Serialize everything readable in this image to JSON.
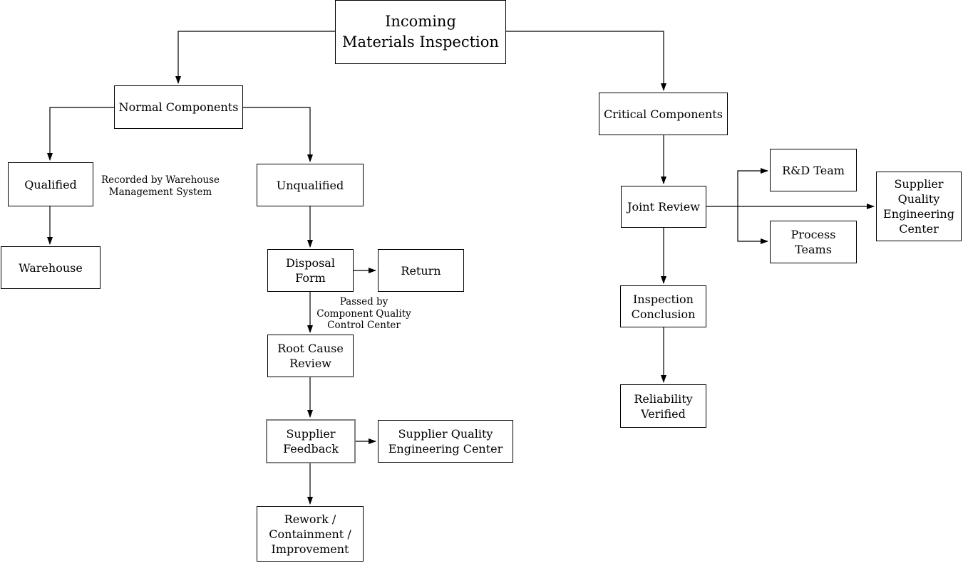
{
  "diagram_title": "Incoming Materials Inspection",
  "colors": {
    "background": "#ffffff",
    "box_fill": "#ffffff",
    "box_border": "#000000",
    "special_box_border": "#808080",
    "connector": "#000000",
    "text": "#000000"
  },
  "nodes": {
    "incoming": {
      "label": [
        "Incoming",
        "Materials Inspection"
      ]
    },
    "normal": {
      "label": [
        "Normal Components"
      ]
    },
    "qualified": {
      "label": [
        "Qualified"
      ]
    },
    "warehouse": {
      "label": [
        "Warehouse"
      ]
    },
    "unqualified": {
      "label": [
        "Unqualified"
      ]
    },
    "disposal_form": {
      "label": [
        "Disposal",
        "Form"
      ]
    },
    "return": {
      "label": [
        "Return"
      ]
    },
    "root_cause": {
      "label": [
        "Root Cause",
        "Review"
      ]
    },
    "supplier_feedback": {
      "label": [
        "Supplier",
        "Feedback"
      ]
    },
    "sqec_mid": {
      "label": [
        "Supplier Quality",
        "Engineering Center"
      ]
    },
    "rework": {
      "label": [
        "Rework /",
        "Containment /",
        "Improvement"
      ]
    },
    "critical": {
      "label": [
        "Critical Components"
      ]
    },
    "joint_review": {
      "label": [
        "Joint Review"
      ]
    },
    "rd_team": {
      "label": [
        "R&D Team"
      ]
    },
    "process_teams": {
      "label": [
        "Process",
        "Teams"
      ]
    },
    "sqec_right": {
      "label": [
        "Supplier",
        "Quality",
        "Engineering",
        "Center"
      ]
    },
    "inspection_conclusion": {
      "label": [
        "Inspection",
        "Conclusion"
      ]
    },
    "reliability_verified": {
      "label": [
        "Reliability",
        "Verified"
      ]
    }
  },
  "annotations": {
    "recorded_by": [
      "Recorded by Warehouse",
      "Management System"
    ],
    "passed_by": [
      "Passed by",
      "Component Quality",
      "Control Center"
    ]
  }
}
